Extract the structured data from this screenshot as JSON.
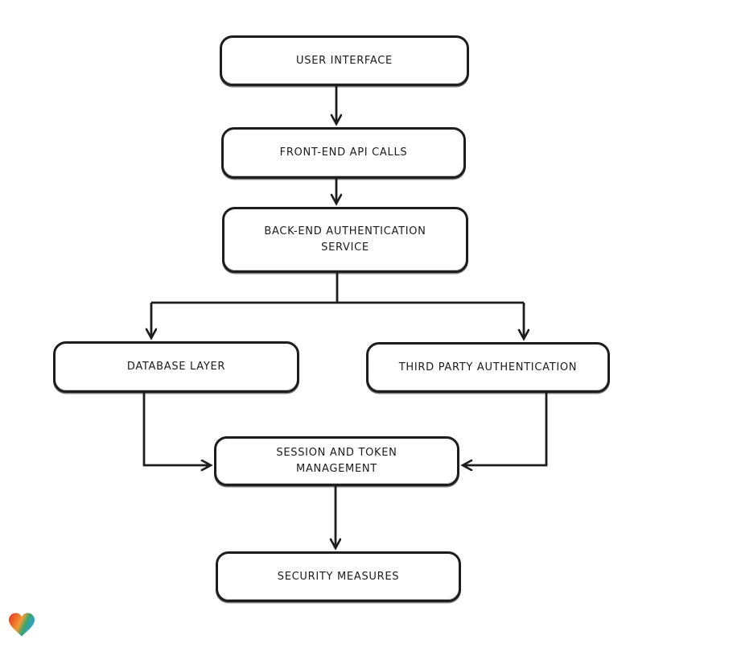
{
  "diagram": {
    "background_color": "#ffffff",
    "node_fill_color": "#ffffff",
    "stroke_color": "#1d1d1d",
    "text_color": "#1b1b1b",
    "nodes": [
      {
        "id": "user-interface",
        "label": "USER INTERFACE"
      },
      {
        "id": "front-end-api-calls",
        "label": "FRONT-END API CALLS"
      },
      {
        "id": "back-end-authentication-service",
        "label": "BACK-END AUTHENTICATION SERVICE"
      },
      {
        "id": "database-layer",
        "label": "DATABASE LAYER"
      },
      {
        "id": "third-party-authentication",
        "label": "THIRD PARTY AUTHENTICATION"
      },
      {
        "id": "session-and-token-management",
        "label": "SESSION AND TOKEN MANAGEMENT"
      },
      {
        "id": "security-measures",
        "label": "SECURITY MEASURES"
      }
    ],
    "edges": [
      {
        "from": "user-interface",
        "to": "front-end-api-calls"
      },
      {
        "from": "front-end-api-calls",
        "to": "back-end-authentication-service"
      },
      {
        "from": "back-end-authentication-service",
        "to": "database-layer"
      },
      {
        "from": "back-end-authentication-service",
        "to": "third-party-authentication"
      },
      {
        "from": "database-layer",
        "to": "session-and-token-management"
      },
      {
        "from": "third-party-authentication",
        "to": "session-and-token-management"
      },
      {
        "from": "session-and-token-management",
        "to": "security-measures"
      }
    ],
    "logo": {
      "name": "gradient-heart-logo",
      "colors": [
        "#e5352b",
        "#f29a33",
        "#3ba56d",
        "#2b9fe0"
      ]
    }
  }
}
